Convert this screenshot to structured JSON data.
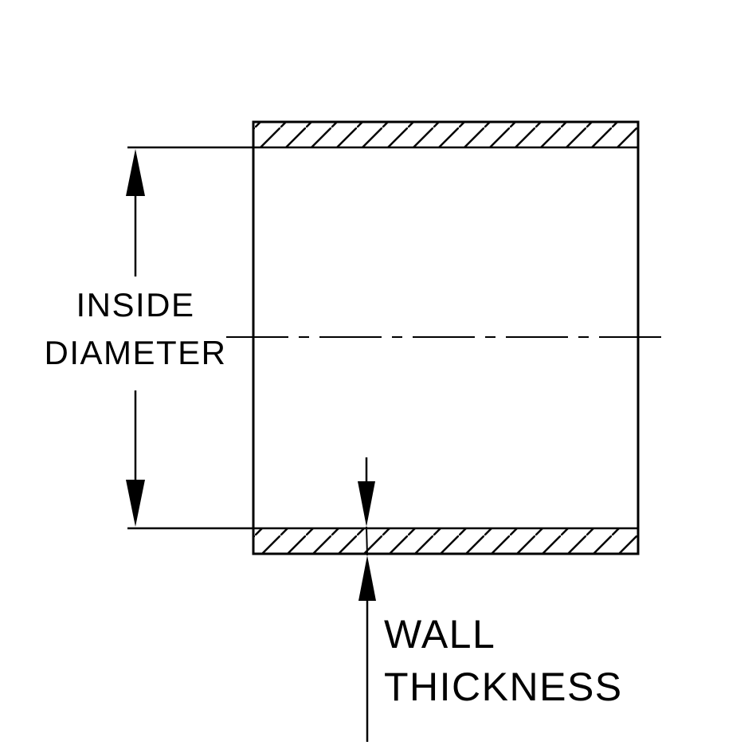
{
  "diagram": {
    "type": "technical-drawing",
    "subject": "Hose cross-section with dimension callouts",
    "colors": {
      "line": "#000000",
      "background": "#ffffff"
    },
    "labels": {
      "inside_diameter": [
        "INSIDE",
        "DIAMETER"
      ],
      "wall_thickness": [
        "WALL",
        "THICKNESS"
      ]
    }
  }
}
